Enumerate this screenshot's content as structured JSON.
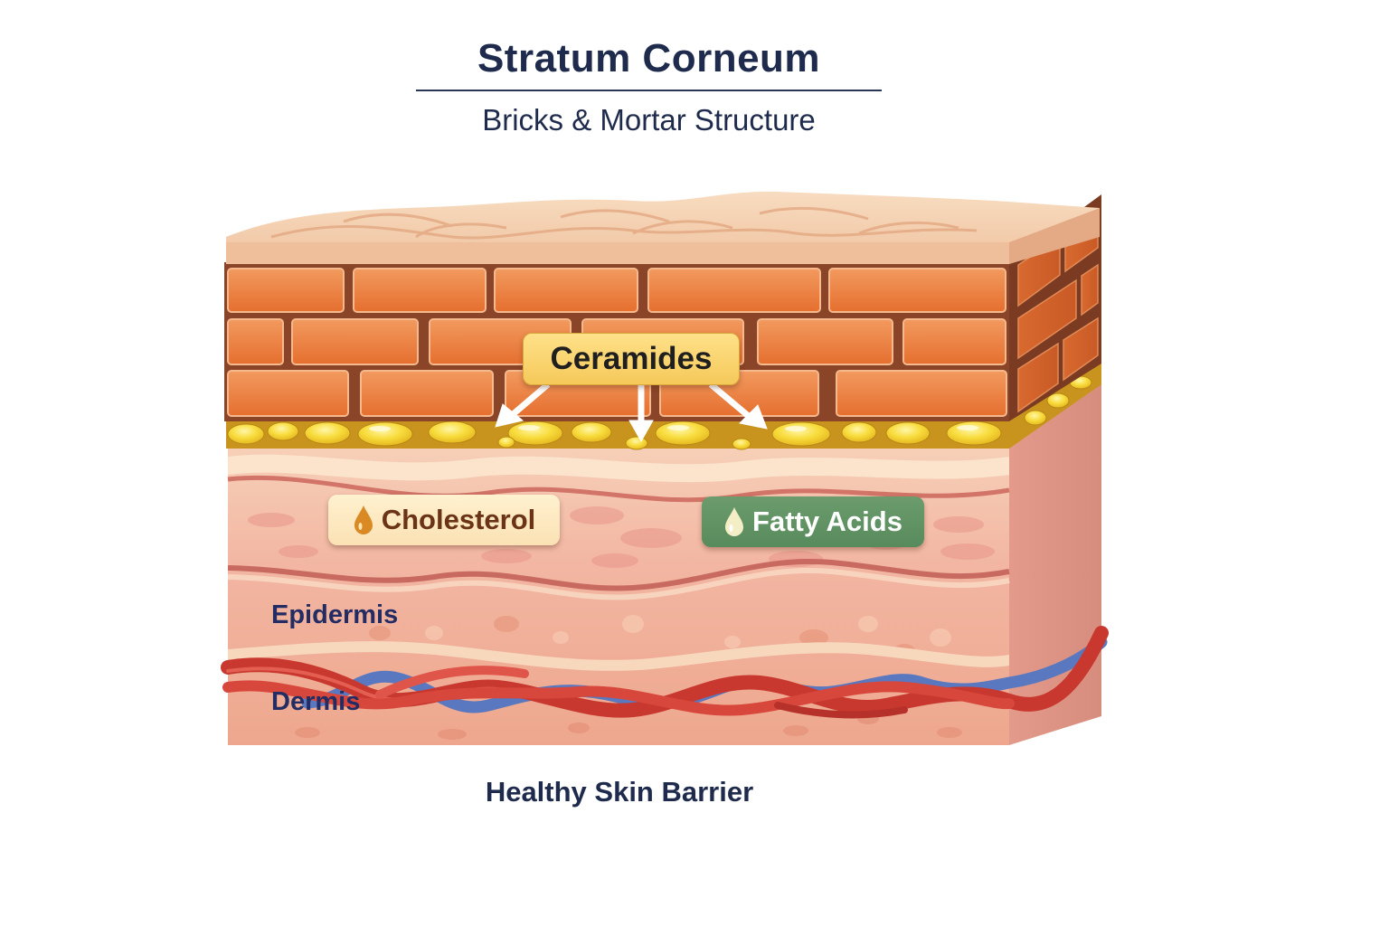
{
  "header": {
    "title": "Stratum Corneum",
    "subtitle": "Bricks & Mortar Structure"
  },
  "labels": {
    "ceramides": "Ceramides",
    "cholesterol": "Cholesterol",
    "fatty_acids": "Fatty Acids",
    "epidermis": "Epidermis",
    "dermis": "Dermis"
  },
  "footer": {
    "caption": "Healthy Skin Barrier"
  },
  "icons": {
    "cholesterol_icon": "amber-droplet-icon",
    "fatty_acids_icon": "cream-droplet-icon",
    "ceramide_pointer": "arrow-icon"
  },
  "colors": {
    "title_text": "#1f2b4d",
    "brick": "#e9793a",
    "mortar": "#8a4427",
    "lipid": "#f4d13a",
    "skin_top": "#f3c7a2",
    "epidermis": "#f2b4a0",
    "artery": "#d7443a",
    "vein": "#5a78c0",
    "ceramides_label": "#f8d06b",
    "cholesterol_label": "#fde7bf",
    "fatty_acids_label": "#5f9263"
  }
}
